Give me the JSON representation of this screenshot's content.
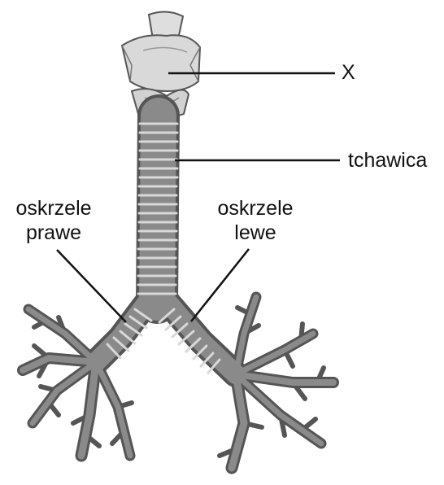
{
  "labels": {
    "x": "X",
    "trachea": "tchawica",
    "right_bronchus_line1": "oskrzele",
    "right_bronchus_line2": "prawe",
    "left_bronchus_line1": "oskrzele",
    "left_bronchus_line2": "lewe"
  },
  "colors": {
    "larynx_fill": "#d9d9d9",
    "larynx_stroke": "#555555",
    "airway_dark": "#555555",
    "airway_mid": "#8a8a8a",
    "ring_light": "#d8d8d8",
    "leader_line": "#111111"
  }
}
